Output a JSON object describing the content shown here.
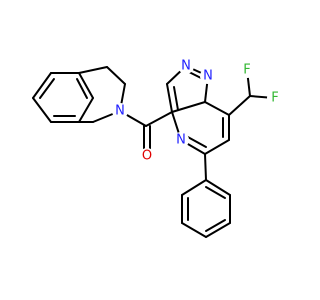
{
  "colors": {
    "background": "#ffffff",
    "bond": "#000000",
    "N": "#1f1fff",
    "O": "#e00000",
    "F": "#33b833"
  },
  "atoms": {
    "n_ring6": "N",
    "o_carbonyl": "O",
    "n_pyrazole_top": "N",
    "n_bridge": "N",
    "n_pyrimidine": "N",
    "f_upper": "F",
    "f_right": "F"
  }
}
